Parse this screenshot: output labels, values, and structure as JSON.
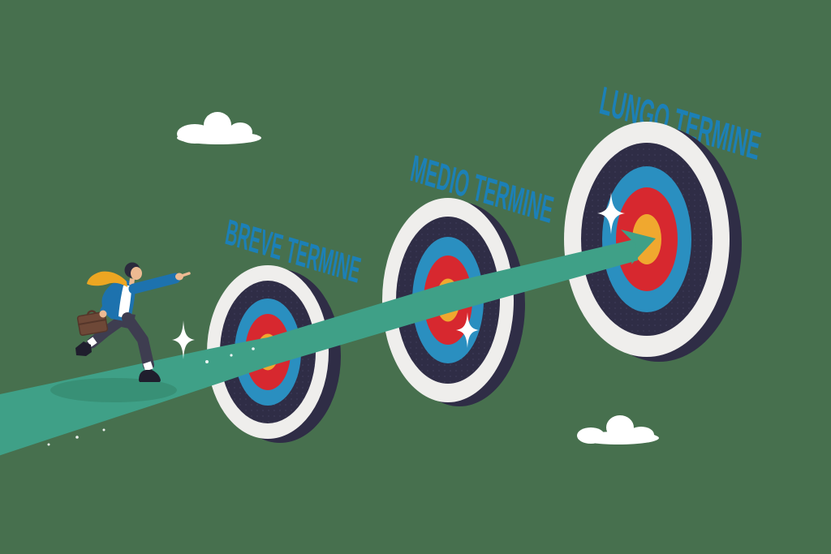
{
  "palette": {
    "background": "#47704E",
    "path-teal": "#3FA087",
    "path-shadow": "#389076",
    "target-white": "#EFEEEC",
    "target-navy": "#2F2D46",
    "target-blue": "#2A8FC0",
    "target-red": "#D7282F",
    "target-yellow": "#F0A82F",
    "label-blue": "#1C80B7",
    "suit-blue": "#1D72AE",
    "pants": "#3E3D50",
    "shoe": "#1F1E2D",
    "tie": "#ECA622",
    "briefcase": "#6E4837",
    "briefcase-dark": "#55362A",
    "skin": "#EDBA92",
    "hair": "#2B2A3C",
    "cloud": "#FFFFFF",
    "sparkle": "#FFFFFF"
  },
  "scene": {
    "labels": [
      {
        "id": "short-term",
        "text": "BREVE TERMINE"
      },
      {
        "id": "medium-term",
        "text": "MEDIO TERMINE"
      },
      {
        "id": "long-term",
        "text": "LUNGO TERMINE"
      }
    ],
    "icons": {
      "target": "archery-target-icon",
      "figure": "running-businessman-icon",
      "path": "ascending-arrow-path-icon",
      "sparkle": "sparkle-icon",
      "cloud": "cloud-icon"
    }
  }
}
